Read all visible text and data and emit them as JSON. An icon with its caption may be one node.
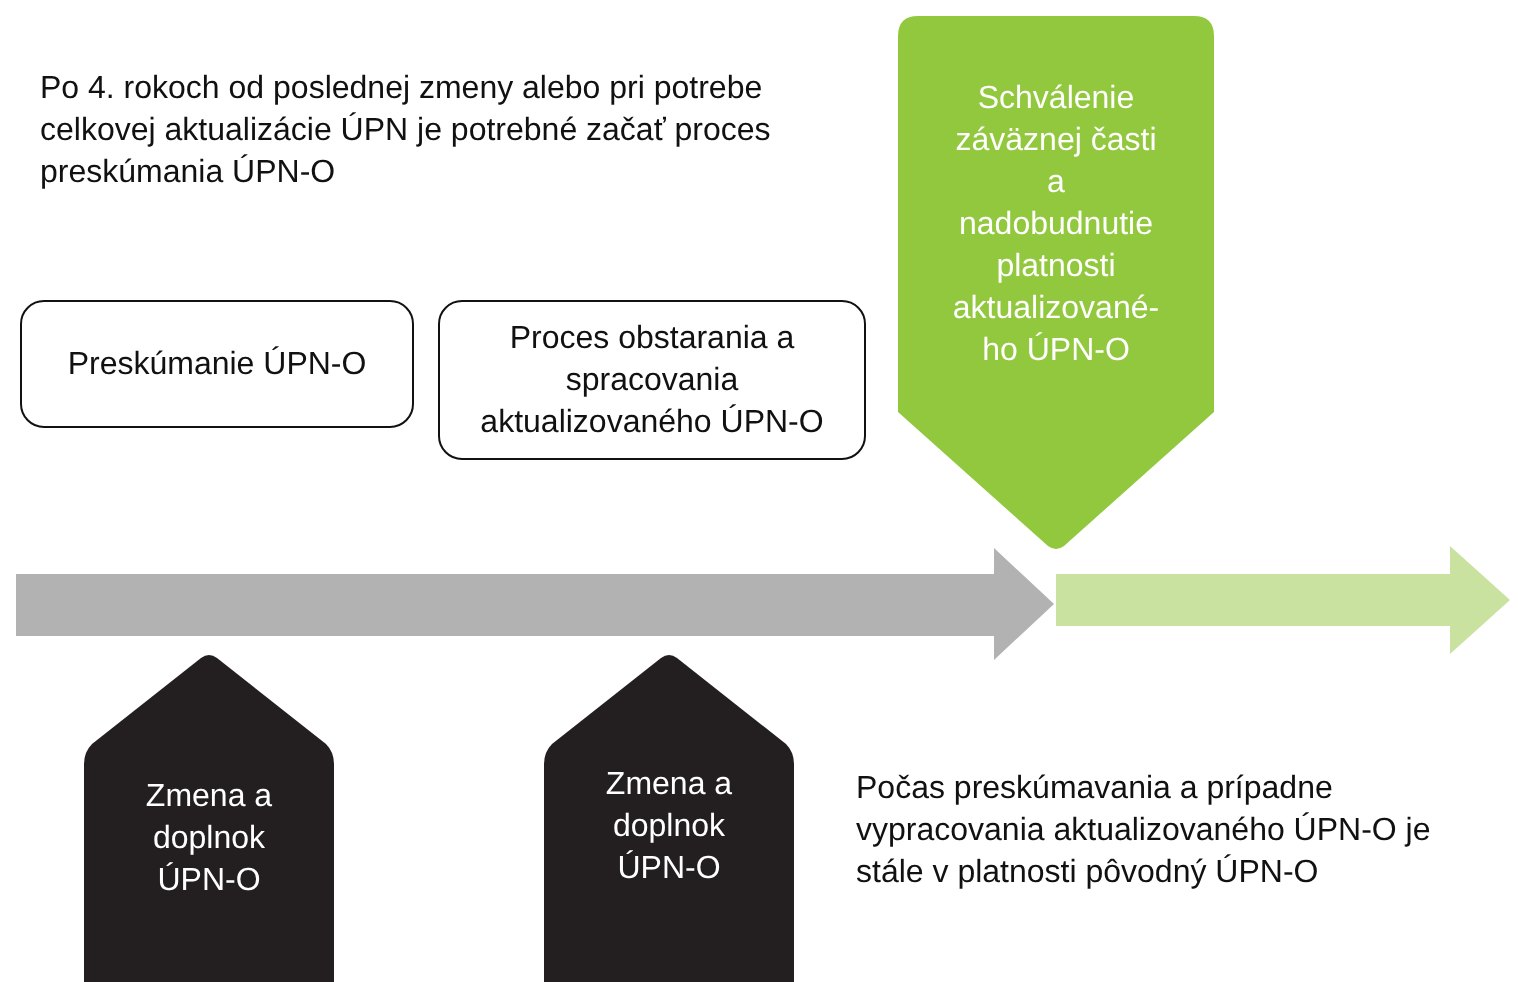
{
  "diagram": {
    "nodes": [
      {
        "text": [
          "Preskúmanie ÚPN-O"
        ]
      },
      {
        "text": [
          "Proces obstarania a spracovania aktualizovaného ÚPN-O"
        ]
      },
      {
        "text": [
          "Schválenie záväznej časti a nadobudnutie platnosti aktualizované- ho ÚPN-O"
        ]
      },
      {
        "text": [
          "Zmena a doplnok ÚPN-O"
        ]
      },
      {
        "text": [
          "Zmena a doplnok ÚPN-O"
        ]
      }
    ],
    "labels": [
      "Po 4. rokoch od poslednej zmeny alebo pri potrebe celkovej aktualizácie ÚPN je potrebné začať proces preskúmania ÚPN-O",
      "Počas preskúmavania a prípadne vypracovania aktualizovaného ÚPN-O je stále v platnosti pôvodný ÚPN-O"
    ]
  }
}
